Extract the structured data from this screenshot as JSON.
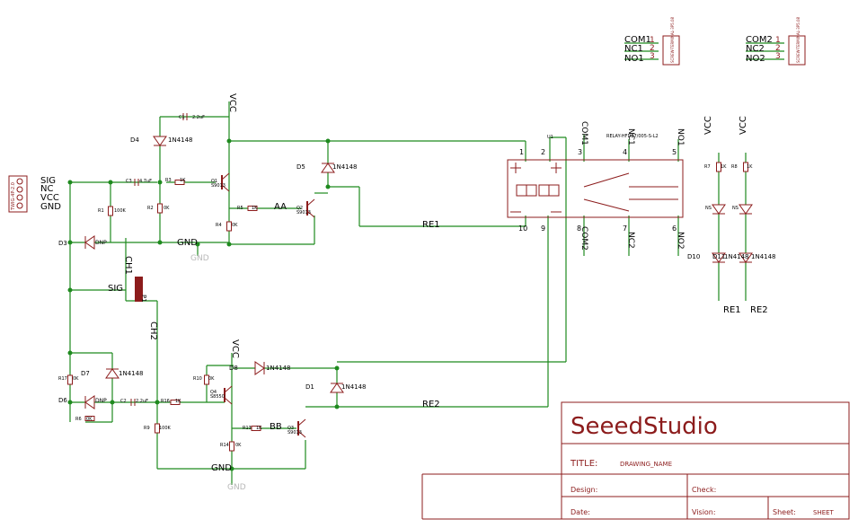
{
  "colors": {
    "wire": "#1f8a1f",
    "part": "#8c1c1c",
    "text": "#000000",
    "ghost": "#b8b8b8"
  },
  "title_block": {
    "company": "SeeedStudio",
    "title_label": "TITLE:",
    "drawing_name": "DRAWING_NAME",
    "design_label": "Design:",
    "check_label": "Check:",
    "date_label": "Date:",
    "vision_label": "Vision:",
    "sheet_label": "Sheet:",
    "sheet_value": "SHEET"
  },
  "terminal_blocks": [
    {
      "part": "SCREW-TERMINAL-3P5.08",
      "pins": [
        "COM1",
        "NC1",
        "NO1"
      ],
      "numbers": [
        "1",
        "2",
        "3"
      ]
    },
    {
      "part": "SCREW-TERMINAL-3P5.08",
      "pins": [
        "COM2",
        "NC2",
        "NO2"
      ],
      "numbers": [
        "1",
        "2",
        "3"
      ]
    }
  ],
  "input_connector": {
    "part": "TWIG-4P-2.0",
    "pins": [
      "SIG",
      "NC",
      "VCC",
      "GND"
    ]
  },
  "relay": {
    "ref": "U1",
    "part": "RELAY-HFD27/005-S-L2",
    "top_pins": [
      "1",
      "2",
      "3",
      "4",
      "5"
    ],
    "bottom_pins": [
      "10",
      "9",
      "8",
      "7",
      "6"
    ],
    "top_names": [
      "COM1",
      "NC1",
      "NO1"
    ],
    "bottom_names": [
      "COM2",
      "NC2",
      "NO2"
    ]
  },
  "net_labels": {
    "vcc": "VCC",
    "gnd": "GND",
    "gnd_ghost": "GND",
    "aa": "AA",
    "bb": "BB",
    "re1": "RE1",
    "re2": "RE2",
    "sig": "SIG",
    "ch1": "CH1",
    "ch2": "CH2",
    "p1": "P1"
  },
  "components": {
    "d4": "D4",
    "d4_part": "1N4148",
    "d5": "D5",
    "d5_part": "1N4148",
    "d3": "D3",
    "d3_part": "DNP",
    "d6": "D6",
    "d6_part": "DNP",
    "d7": "D7",
    "d7_part": "1N4148",
    "d8": "D8",
    "d8_part": "1N4148",
    "d1": "D1",
    "d1_part": "1N4148",
    "d10": "D10",
    "d11": "D11",
    "d11_part": "1N4148",
    "d12_part": "1N4148",
    "c1": "C1",
    "c1_val": "2.2uF",
    "c3": "C3",
    "c3_val": "4.7uF",
    "c2": "C2",
    "c2_val": "2.2uF",
    "r1": "R1",
    "r1_val": "100K",
    "r2": "R2",
    "r2_val": "0K",
    "r3": "R3",
    "r3_val": "1K",
    "r4": "R4",
    "r4_val": "0K",
    "r5": "R5",
    "r5_val": "1K",
    "r7": "R7",
    "r7_val": "1K",
    "r8": "R8",
    "r8_val": "1K",
    "r9": "R9",
    "r9_val": "100K",
    "r10": "R10",
    "r10_val": "0K",
    "r13": "R13",
    "r13_val": "1K",
    "r14": "R14",
    "r14_val": "0K",
    "r16": "R16",
    "r16_val": "1K",
    "r17": "R17",
    "r17_val": "0K",
    "r6": "R6",
    "r6_val": "0K",
    "q1": "Q1",
    "q1_part": "S9013",
    "q2": "Q2",
    "q2_part": "S9013",
    "q3": "Q3",
    "q3_part": "S9013",
    "q4": "Q4",
    "q4_part": "S8550",
    "ns": "NS",
    "ns2": "NS"
  }
}
